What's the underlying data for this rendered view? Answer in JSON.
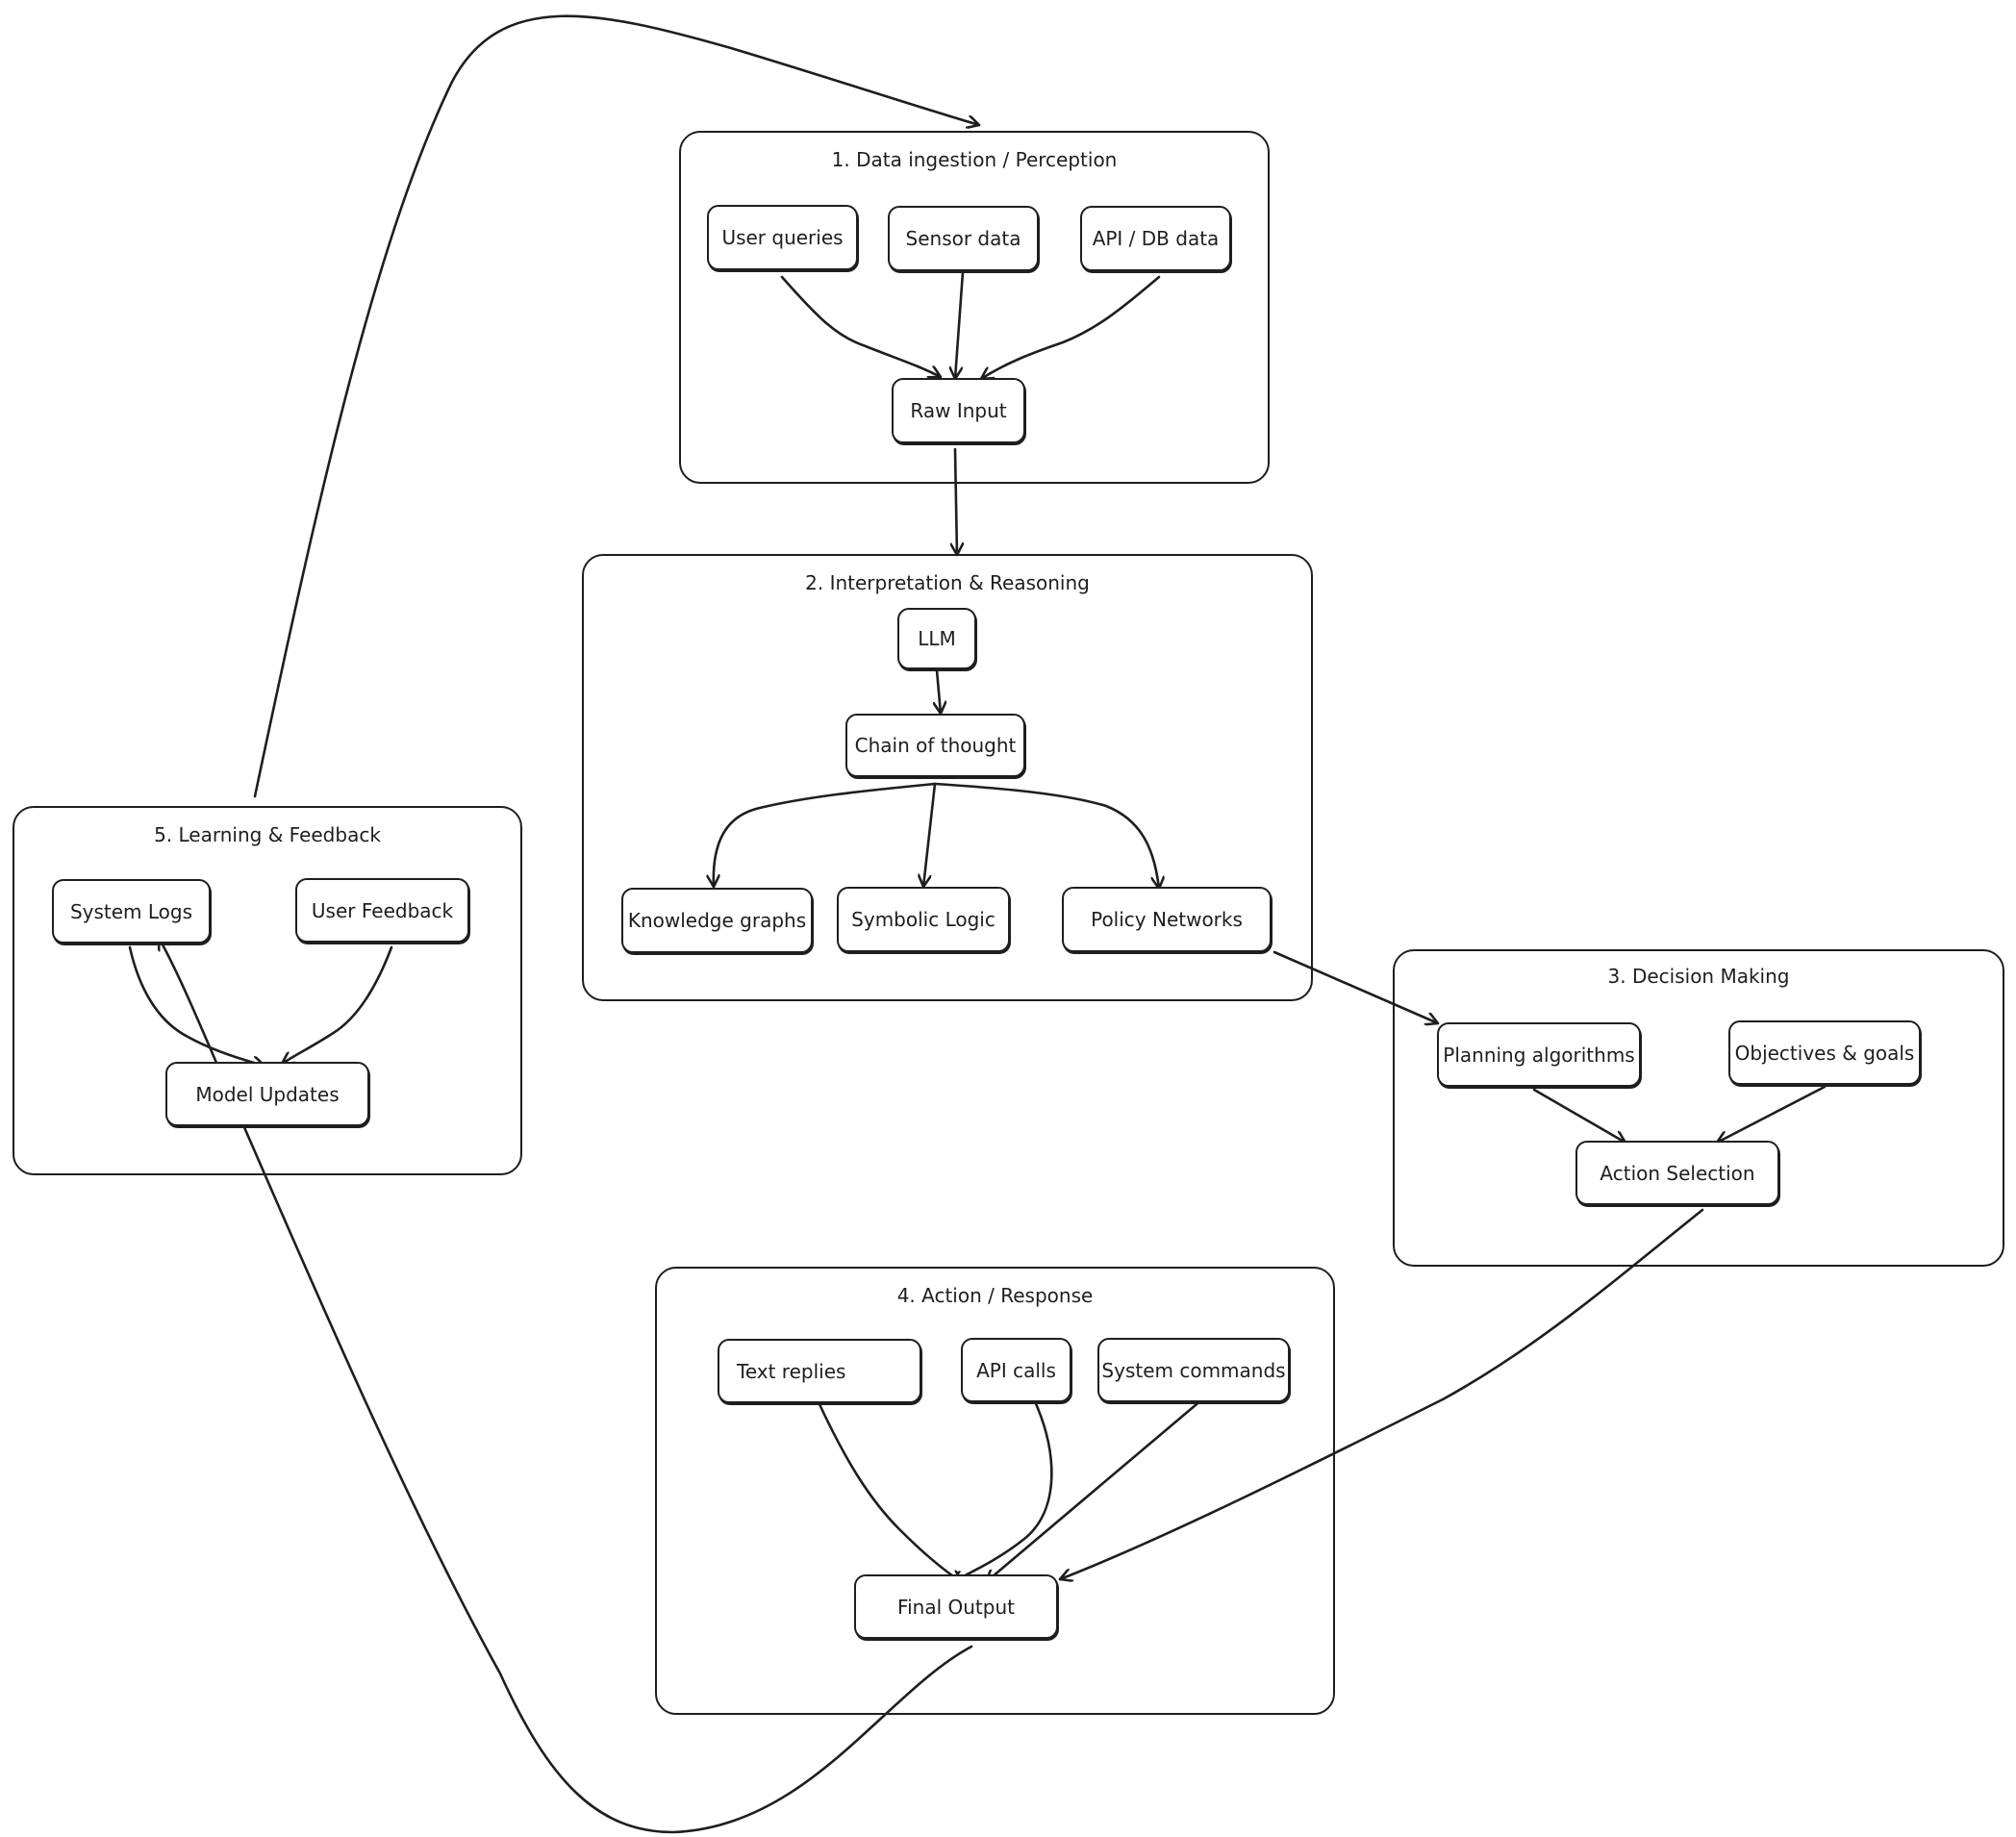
{
  "groups": {
    "perception": {
      "title": "1. Data ingestion / Perception"
    },
    "reasoning": {
      "title": "2. Interpretation & Reasoning"
    },
    "decision": {
      "title": "3. Decision Making"
    },
    "action": {
      "title": "4. Action / Response"
    },
    "learning": {
      "title": "5. Learning & Feedback"
    }
  },
  "nodes": {
    "user_queries": "User queries",
    "sensor_data": "Sensor data",
    "api_db_data": "API / DB data",
    "raw_input": "Raw Input",
    "llm": "LLM",
    "chain_of_thought": "Chain of thought",
    "knowledge_graphs": "Knowledge graphs",
    "symbolic_logic": "Symbolic Logic",
    "policy_networks": "Policy Networks",
    "planning_algorithms": "Planning algorithms",
    "objectives_goals": "Objectives & goals",
    "action_selection": "Action Selection",
    "text_replies": "Text replies",
    "api_calls": "API calls",
    "system_commands": "System commands",
    "final_output": "Final Output",
    "system_logs": "System Logs",
    "user_feedback": "User Feedback",
    "model_updates": "Model Updates"
  },
  "edges": [
    {
      "from": "user_queries",
      "to": "raw_input"
    },
    {
      "from": "sensor_data",
      "to": "raw_input"
    },
    {
      "from": "api_db_data",
      "to": "raw_input"
    },
    {
      "from": "raw_input",
      "to": "reasoning"
    },
    {
      "from": "llm",
      "to": "chain_of_thought"
    },
    {
      "from": "chain_of_thought",
      "to": "knowledge_graphs"
    },
    {
      "from": "chain_of_thought",
      "to": "symbolic_logic"
    },
    {
      "from": "chain_of_thought",
      "to": "policy_networks"
    },
    {
      "from": "policy_networks",
      "to": "planning_algorithms"
    },
    {
      "from": "planning_algorithms",
      "to": "action_selection"
    },
    {
      "from": "objectives_goals",
      "to": "action_selection"
    },
    {
      "from": "action_selection",
      "to": "final_output"
    },
    {
      "from": "text_replies",
      "to": "final_output"
    },
    {
      "from": "api_calls",
      "to": "final_output"
    },
    {
      "from": "system_commands",
      "to": "final_output"
    },
    {
      "from": "final_output",
      "to": "system_logs"
    },
    {
      "from": "system_logs",
      "to": "model_updates"
    },
    {
      "from": "user_feedback",
      "to": "model_updates"
    },
    {
      "from": "learning",
      "to": "perception"
    }
  ]
}
